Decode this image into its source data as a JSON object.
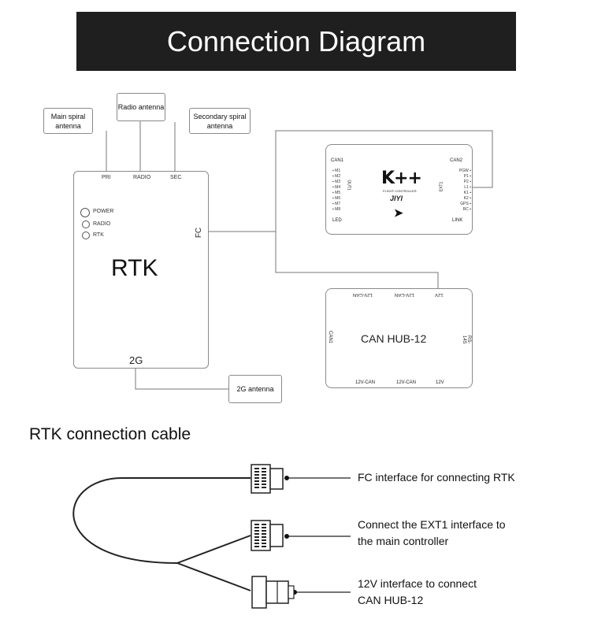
{
  "title": "Connection Diagram",
  "callouts": {
    "main_spiral": "Main spiral antenna",
    "radio": "Radio antenna",
    "secondary_spiral": "Secondary spiral antenna",
    "antenna_2g": "2G antenna"
  },
  "rtk": {
    "port_pri": "PRI",
    "port_radio": "RADIO",
    "port_sec": "SEC",
    "led_power": "POWER",
    "led_radio": "RADIO",
    "led_rtk": "RTK",
    "fc_port": "FC",
    "name": "RTK",
    "port_2g": "2G"
  },
  "fc": {
    "can1": "CAN1",
    "can2": "CAN2",
    "led": "LED",
    "link": "LINK",
    "left_pins": [
      "M1",
      "M2",
      "M3",
      "M4",
      "M5",
      "M6",
      "M7",
      "M8"
    ],
    "left_group": "OUT1",
    "right_pins": [
      "PGW",
      "P1",
      "P2",
      "L1",
      "K1",
      "K2",
      "GPS",
      "RC"
    ],
    "right_group": "EXT1",
    "logo": "K++",
    "subtitle": "FLIGHT CONTROLLER",
    "brand": "JIYI"
  },
  "hub": {
    "top_left": "12V-CAN",
    "top_mid": "12V-CAN",
    "top_right": "12V",
    "left": "CAN1",
    "right": "RS-14S",
    "name": "CAN HUB-12",
    "bottom_left": "12V-CAN",
    "bottom_mid": "12V-CAN",
    "bottom_right": "12V"
  },
  "cable": {
    "section_title": "RTK connection cable",
    "line1": "FC interface for connecting RTK",
    "line2a": "Connect the EXT1 interface to",
    "line2b": "the main controller",
    "line3a": "12V interface to connect",
    "line3b": "CAN HUB-12"
  }
}
